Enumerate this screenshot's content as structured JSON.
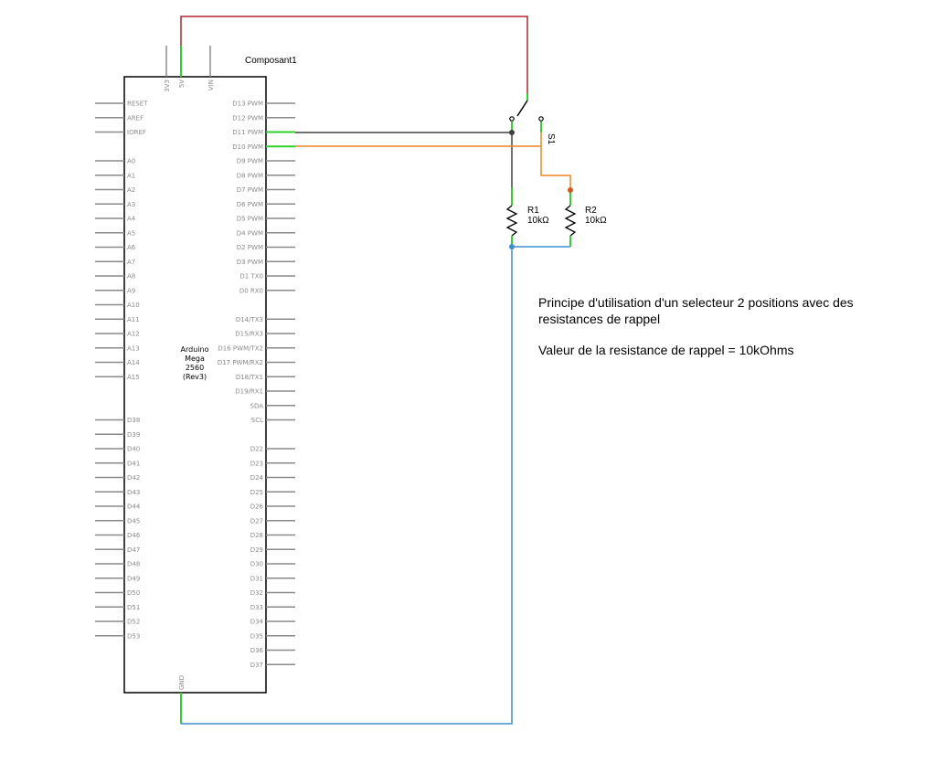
{
  "component_title": "Composant1",
  "board_name_lines": [
    "Arduino",
    "Mega",
    "2560",
    "(Rev3)"
  ],
  "top_pins": [
    "3V3",
    "5V",
    "VIN"
  ],
  "bottom_pin": "GND",
  "left_pins": [
    "RESET",
    "AREF",
    "IOREF",
    "",
    "A0",
    "A1",
    "A2",
    "A3",
    "A4",
    "A5",
    "A6",
    "A7",
    "A8",
    "A9",
    "A10",
    "A11",
    "A12",
    "A13",
    "A14",
    "A15",
    "",
    "",
    "D38",
    "D39",
    "D40",
    "D41",
    "D42",
    "D43",
    "D44",
    "D45",
    "D46",
    "D47",
    "D48",
    "D49",
    "D50",
    "D51",
    "D52",
    "D53"
  ],
  "right_pins": [
    "D13 PWM",
    "D12 PWM",
    "D11 PWM",
    "D10 PWM",
    "D9 PWM",
    "D8 PWM",
    "D7 PWM",
    "D6 PWM",
    "D5 PWM",
    "D4 PWM",
    "D2 PWM",
    "D3 PWM",
    "D1 TX0",
    "D0 RX0",
    "",
    "D14/TX3",
    "D15/RX3",
    "D16 PWM/TX2",
    "D17 PWM/RX2",
    "D18/TX1",
    "D19/RX1",
    "SDA",
    "SCL",
    "",
    "D22",
    "D23",
    "D24",
    "D25",
    "D26",
    "D27",
    "D28",
    "D29",
    "D30",
    "D31",
    "D32",
    "D33",
    "D34",
    "D35",
    "D36",
    "D37"
  ],
  "switch": {
    "name": "S1"
  },
  "resistors": [
    {
      "name": "R1",
      "value": "10kΩ"
    },
    {
      "name": "R2",
      "value": "10kΩ"
    }
  ],
  "wire_colors": {
    "power": "#b2272d",
    "d11": "#404040",
    "d10": "#e8891f",
    "ground": "#3f8fcf",
    "pin_active": "#2fd12f",
    "junction_dark": "#404040",
    "junction_orange": "#d45a1a",
    "junction_blue": "#3f8fcf"
  },
  "notes": {
    "line1": "Principe d'utilisation d'un selecteur 2 positions avec des",
    "line2": "resistances de rappel",
    "line3": "Valeur de la resistance de rappel = 10kOhms"
  }
}
